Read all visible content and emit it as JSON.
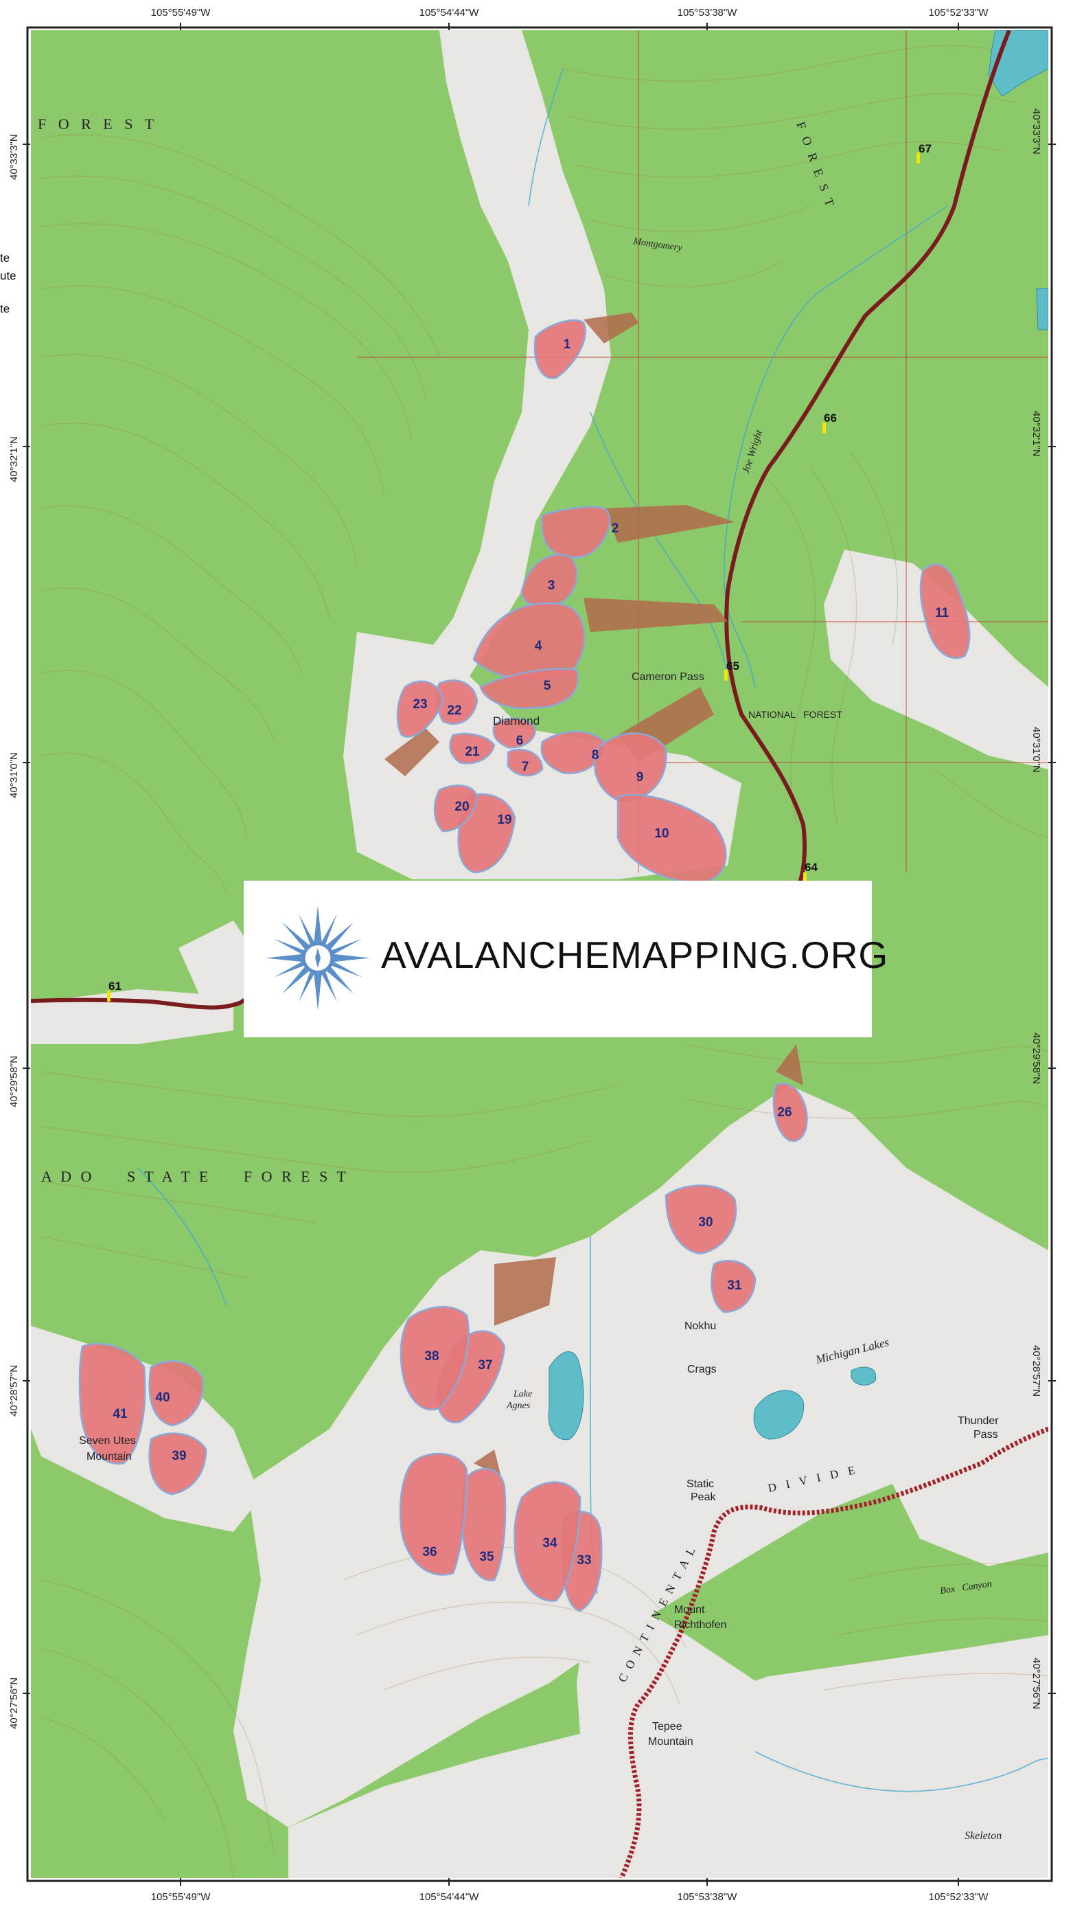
{
  "coords": {
    "top": [
      "105°55'49\"W",
      "105°54'44\"W",
      "105°53'38\"W",
      "105°52'33\"W"
    ],
    "bottom": [
      "105°55'49\"W",
      "105°54'44\"W",
      "105°53'38\"W",
      "105°52'33\"W"
    ],
    "left": [
      "40°33'3\"N",
      "40°32'1\"N",
      "40°31'0\"N",
      "40°29'58\"N",
      "40°28'57\"N",
      "40°27'56\"N"
    ],
    "right": [
      "40°33'3\"N",
      "40°32'1\"N",
      "40°31'0\"N",
      "40°29'58\"N",
      "40°28'57\"N",
      "40°27'56\"N"
    ]
  },
  "edge_text": [
    "te",
    "ute",
    "te"
  ],
  "banner": {
    "text": "AVALANCHEMAPPING.ORG",
    "logo_icon": "compass-star-icon",
    "logo_color": "#5b8fc9"
  },
  "colors": {
    "forest": "#8cc96a",
    "open": "#e9e7e4",
    "zone_fill": "#e4767a",
    "zone_stroke": "#8aa9d8",
    "runout": "#b06a4a",
    "road": "#7a1b1f",
    "divide": "#a3222a",
    "water": "#5fbcc9",
    "grid": "#c0392b",
    "contour": "#9a6b48"
  },
  "zones": [
    {
      "n": "1",
      "label": "1"
    },
    {
      "n": "2",
      "label": "2"
    },
    {
      "n": "3",
      "label": "3"
    },
    {
      "n": "4",
      "label": "4"
    },
    {
      "n": "5",
      "label": "5"
    },
    {
      "n": "6",
      "label": "6"
    },
    {
      "n": "7",
      "label": "7"
    },
    {
      "n": "8",
      "label": "8"
    },
    {
      "n": "9",
      "label": "9"
    },
    {
      "n": "10",
      "label": "10"
    },
    {
      "n": "11",
      "label": "11"
    },
    {
      "n": "19",
      "label": "19"
    },
    {
      "n": "20",
      "label": "20"
    },
    {
      "n": "21",
      "label": "21"
    },
    {
      "n": "22",
      "label": "22"
    },
    {
      "n": "23",
      "label": "23"
    },
    {
      "n": "26",
      "label": "26"
    },
    {
      "n": "30",
      "label": "30"
    },
    {
      "n": "31",
      "label": "31"
    },
    {
      "n": "33",
      "label": "33"
    },
    {
      "n": "34",
      "label": "34"
    },
    {
      "n": "35",
      "label": "35"
    },
    {
      "n": "36",
      "label": "36"
    },
    {
      "n": "37",
      "label": "37"
    },
    {
      "n": "38",
      "label": "38"
    },
    {
      "n": "39",
      "label": "39"
    },
    {
      "n": "40",
      "label": "40"
    },
    {
      "n": "41",
      "label": "41"
    }
  ],
  "mileposts": [
    "61",
    "64",
    "65",
    "66",
    "67"
  ],
  "places": {
    "forest_top": "F O R E S T",
    "forest_east": "F O R E S T",
    "state_forest": "A D O     S T A T E     F O R E S T",
    "cameron_pass": "Cameron Pass",
    "diamond": "Diamond",
    "seven_utes_1": "Seven Utes",
    "seven_utes_2": "Mountain",
    "lake_agnes_1": "Lake",
    "lake_agnes_2": "Agnes",
    "nokhu_1": "Nokhu",
    "nokhu_2": "Crags",
    "static_1": "Static",
    "static_2": "Peak",
    "richthofen_1": "Mount",
    "richthofen_2": "Richthofen",
    "tepee_1": "Tepee",
    "tepee_2": "Mountain",
    "thunder_1": "Thunder",
    "thunder_2": "Pass",
    "michigan_lakes": "Michigan Lakes",
    "continental": "C O N T I N E N T A L",
    "divide": "D I V I D E",
    "montgomery": "Montgomery",
    "joe_wright": "Joe Wright",
    "national_forest": "NATIONAL   FOREST",
    "skeleton": "Skeleton",
    "box_canyon": "Box   Canyon"
  }
}
